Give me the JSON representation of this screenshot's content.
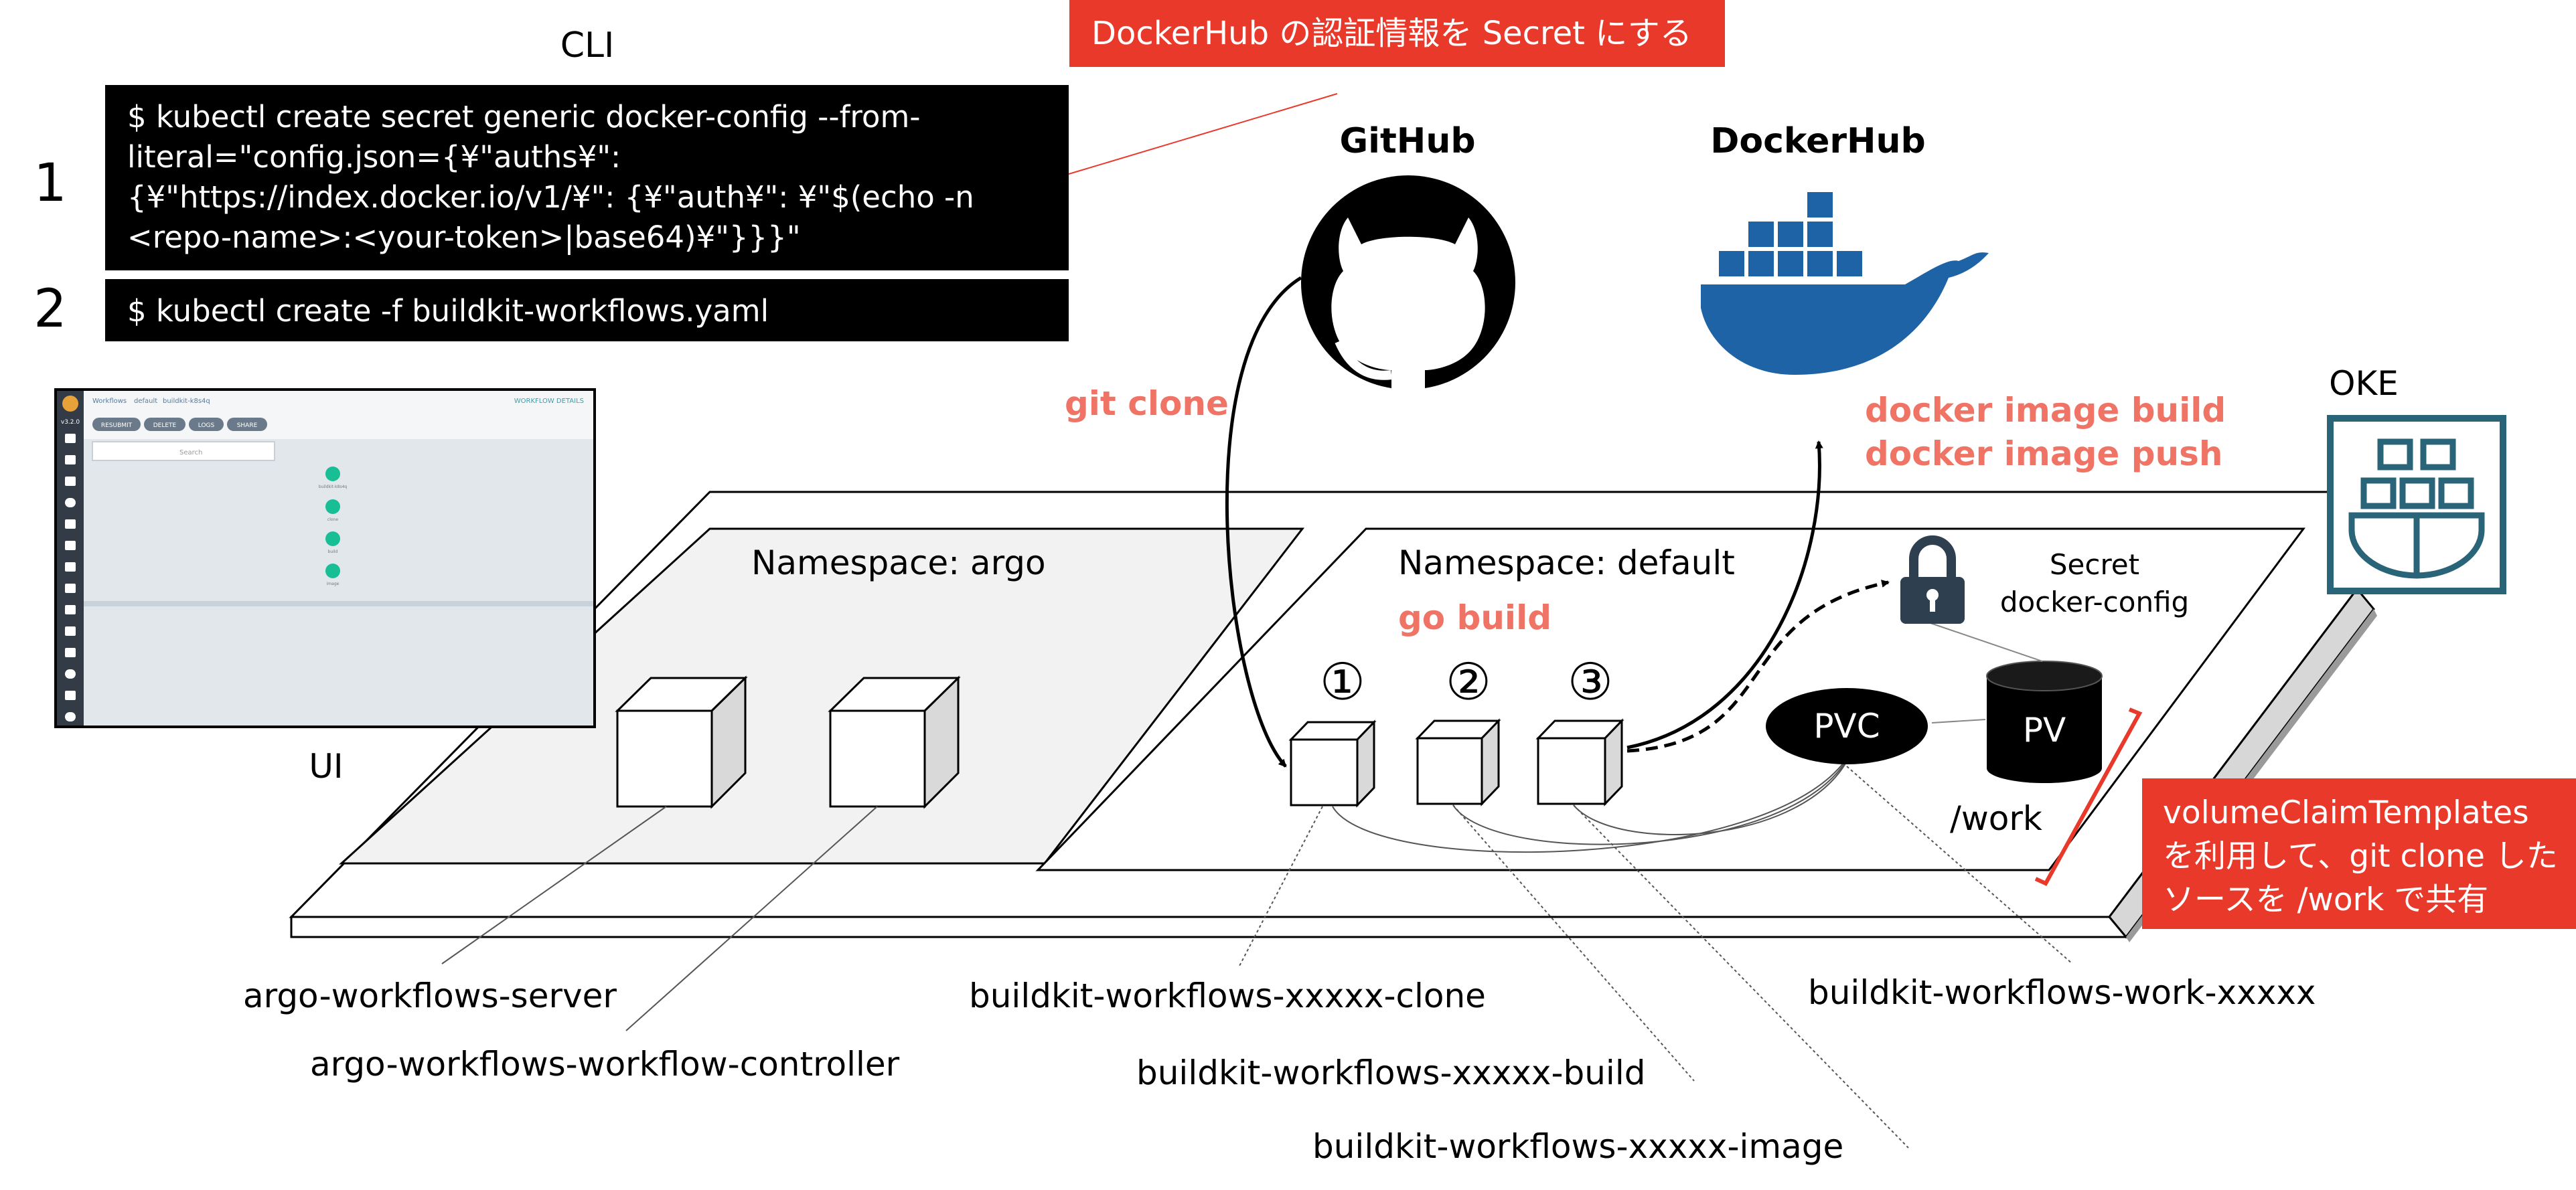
{
  "cli": {
    "title": "CLI",
    "step1_number": "1",
    "step1_lines": [
      "$ kubectl create secret generic docker-config --from-",
      "literal=\"config.json={¥\"auths¥\":",
      "{¥\"https://index.docker.io/v1/¥\": {¥\"auth¥\": ¥\"$(echo -n",
      "<repo-name>:<your-token>|base64)¥\"}}}\""
    ],
    "step2_number": "2",
    "step2_line": "$ kubectl create -f buildkit-workflows.yaml"
  },
  "callouts": {
    "secret": "DockerHub の認証情報を Secret にする",
    "volume_lines": [
      "volumeClaimTemplates",
      "を利用して、git clone した",
      "ソースを /work で共有"
    ]
  },
  "services": {
    "github": "GitHub",
    "dockerhub": "DockerHub",
    "oke": "OKE"
  },
  "actions": {
    "git_clone": "git clone",
    "docker_build": "docker image build",
    "docker_push": "docker image push",
    "go_build": "go build"
  },
  "namespaces": {
    "argo": "Namespace: argo",
    "default": "Namespace: default"
  },
  "secret_label": [
    "Secret",
    "docker-config"
  ],
  "storage": {
    "pvc": "PVC",
    "pv": "PV",
    "work_path": "/work"
  },
  "steps": [
    "①",
    "②",
    "③"
  ],
  "ui": {
    "label": "UI",
    "version": "v3.2.0",
    "breadcrumb": [
      "Workflows",
      "default",
      "buildkit-k8s4q"
    ],
    "header_right": "WORKFLOW DETAILS",
    "buttons": [
      "RESUBMIT",
      "DELETE",
      "LOGS",
      "SHARE"
    ],
    "search_placeholder": "Search",
    "nodes": [
      "buildkit-k8s4q",
      "clone",
      "build",
      "image"
    ]
  },
  "pods": {
    "argo_server": "argo-workflows-server",
    "argo_controller": "argo-workflows-workflow-controller",
    "clone": "buildkit-workflows-xxxxx-clone",
    "build": "buildkit-workflows-xxxxx-build",
    "image": "buildkit-workflows-xxxxx-image",
    "work": "buildkit-workflows-work-xxxxx"
  },
  "colors": {
    "accent_red": "#e8392b",
    "salmon": "#f07466",
    "docker_blue": "#1d63a5",
    "oke_teal": "#2a6478",
    "cli_black": "#000000"
  }
}
